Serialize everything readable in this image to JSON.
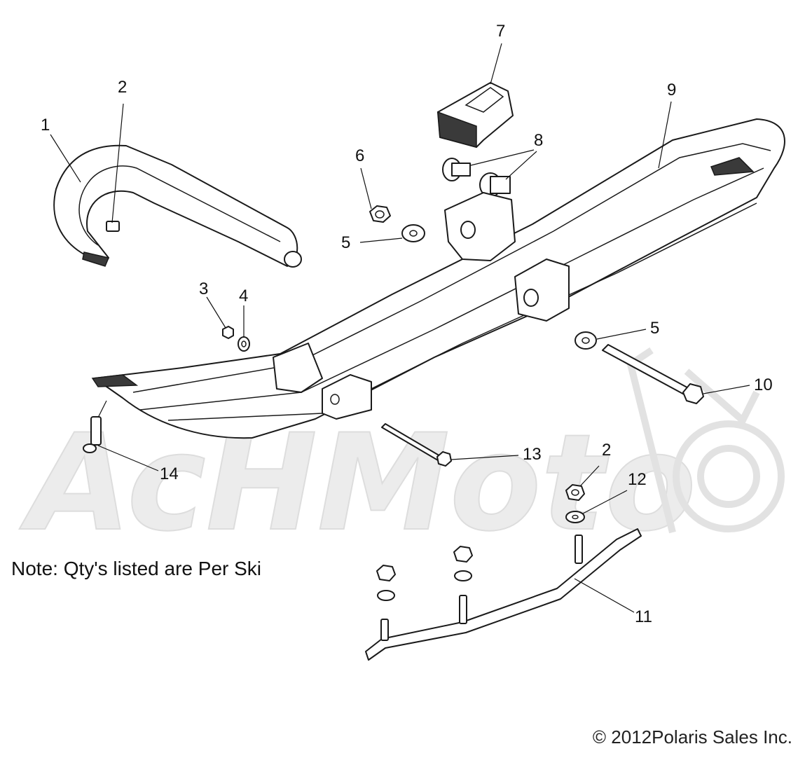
{
  "watermark_text": "AcHMoto",
  "note": "Note: Qty's listed are Per Ski",
  "copyright": "© 2012Polaris Sales Inc.",
  "callouts": [
    {
      "id": "c1",
      "label": "1"
    },
    {
      "id": "c2a",
      "label": "2"
    },
    {
      "id": "c3",
      "label": "3"
    },
    {
      "id": "c4",
      "label": "4"
    },
    {
      "id": "c5a",
      "label": "5"
    },
    {
      "id": "c6",
      "label": "6"
    },
    {
      "id": "c7",
      "label": "7"
    },
    {
      "id": "c8",
      "label": "8"
    },
    {
      "id": "c9",
      "label": "9"
    },
    {
      "id": "c5b",
      "label": "5"
    },
    {
      "id": "c10",
      "label": "10"
    },
    {
      "id": "c13",
      "label": "13"
    },
    {
      "id": "c14",
      "label": "14"
    },
    {
      "id": "c2b",
      "label": "2"
    },
    {
      "id": "c12",
      "label": "12"
    },
    {
      "id": "c11",
      "label": "11"
    }
  ]
}
